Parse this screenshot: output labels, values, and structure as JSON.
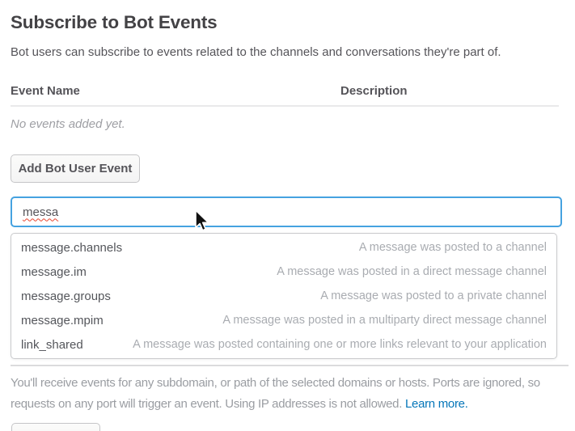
{
  "page": {
    "title": "Subscribe to Bot Events",
    "subtitle": "Bot users can subscribe to events related to the channels and conversations they're part of."
  },
  "events_table": {
    "columns": {
      "event_name": "Event Name",
      "description": "Description"
    },
    "empty_message": "No events added yet."
  },
  "actions": {
    "add_event_button": "Add Bot User Event"
  },
  "event_search": {
    "value": "messa",
    "suggestions": [
      {
        "name": "message.channels",
        "description": "A message was posted to a channel"
      },
      {
        "name": "message.im",
        "description": "A message was posted in a direct message channel"
      },
      {
        "name": "message.groups",
        "description": "A message was posted to a private channel"
      },
      {
        "name": "message.mpim",
        "description": "A message was posted in a multiparty direct message channel"
      },
      {
        "name": "link_shared",
        "description": "A message was posted containing one or more links relevant to your application"
      }
    ]
  },
  "footer": {
    "line1": "You'll receive events for any subdomain, or path of the selected domains or hosts. Ports are ignored, so",
    "line2_prefix": "requests on any port will trigger an event. Using IP addresses is not allowed.",
    "link_label": "Learn more."
  },
  "colors": {
    "input_focus_border": "#45a2e0",
    "link_blue": "#0576b9",
    "heading_text": "#434245",
    "body_text": "#555459",
    "muted_text": "#9a9da2"
  }
}
